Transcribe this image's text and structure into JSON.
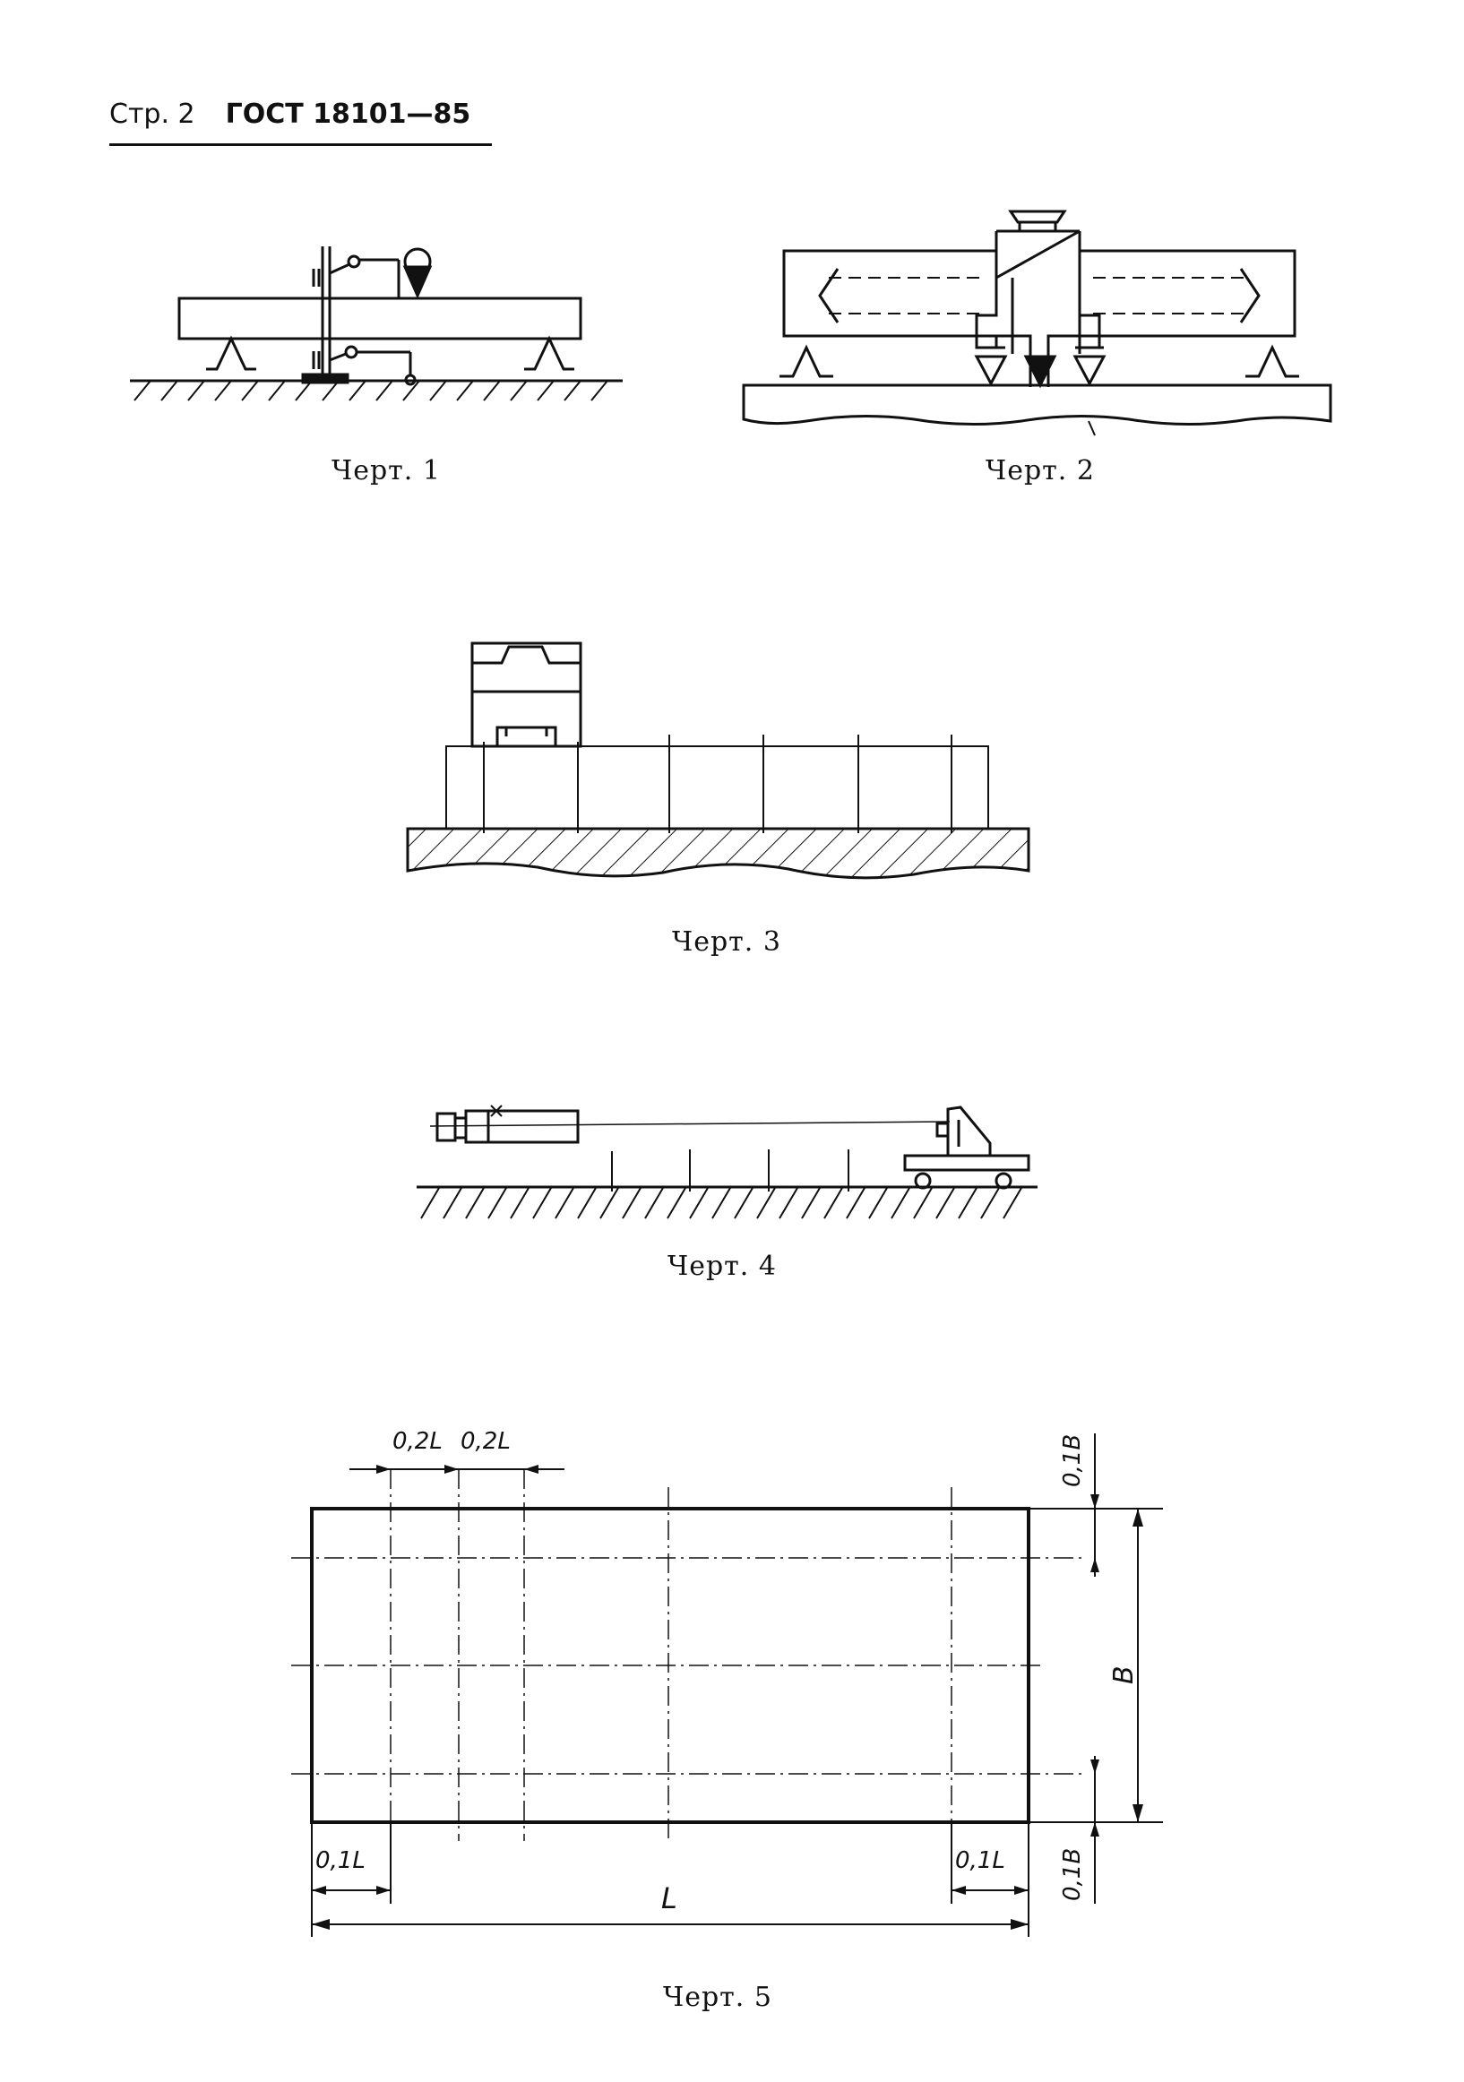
{
  "header": {
    "page": "Стр. 2",
    "standard": "ГОСТ 18101—85"
  },
  "figures": [
    {
      "caption": "Черт. 1"
    },
    {
      "caption": "Черт. 2"
    },
    {
      "caption": "Черт. 3"
    },
    {
      "caption": "Черт. 4"
    },
    {
      "caption": "Черт. 5"
    }
  ],
  "fig5_dims": {
    "top_left": "0,2L",
    "top_right": "0,2L",
    "bottom_left": "0,1L",
    "bottom_right": "0,1L",
    "length": "L",
    "width": "B",
    "right_top": "0,1B",
    "right_bottom": "0,1B"
  }
}
